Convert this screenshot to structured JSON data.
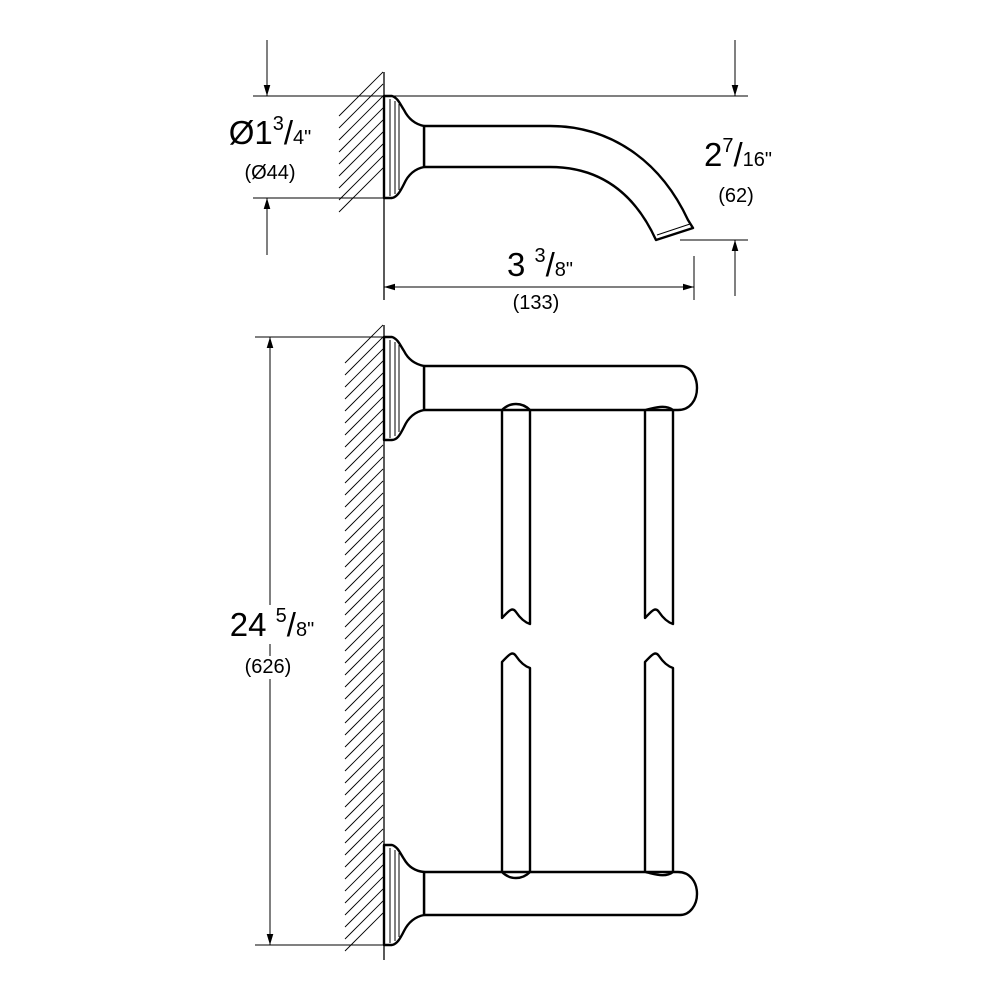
{
  "dimensions": {
    "diameter": {
      "whole": "Ø1",
      "num": "3",
      "den": "4\"",
      "metric": "(Ø44)"
    },
    "spout_height": {
      "whole": "2",
      "num": "7",
      "den": "16\"",
      "metric": "(62)"
    },
    "projection": {
      "whole": "3",
      "num": "3",
      "den": "8\"",
      "metric": "(133)"
    },
    "overall_length": {
      "whole": "24",
      "num": "5",
      "den": "8\"",
      "metric": "(626)"
    }
  }
}
